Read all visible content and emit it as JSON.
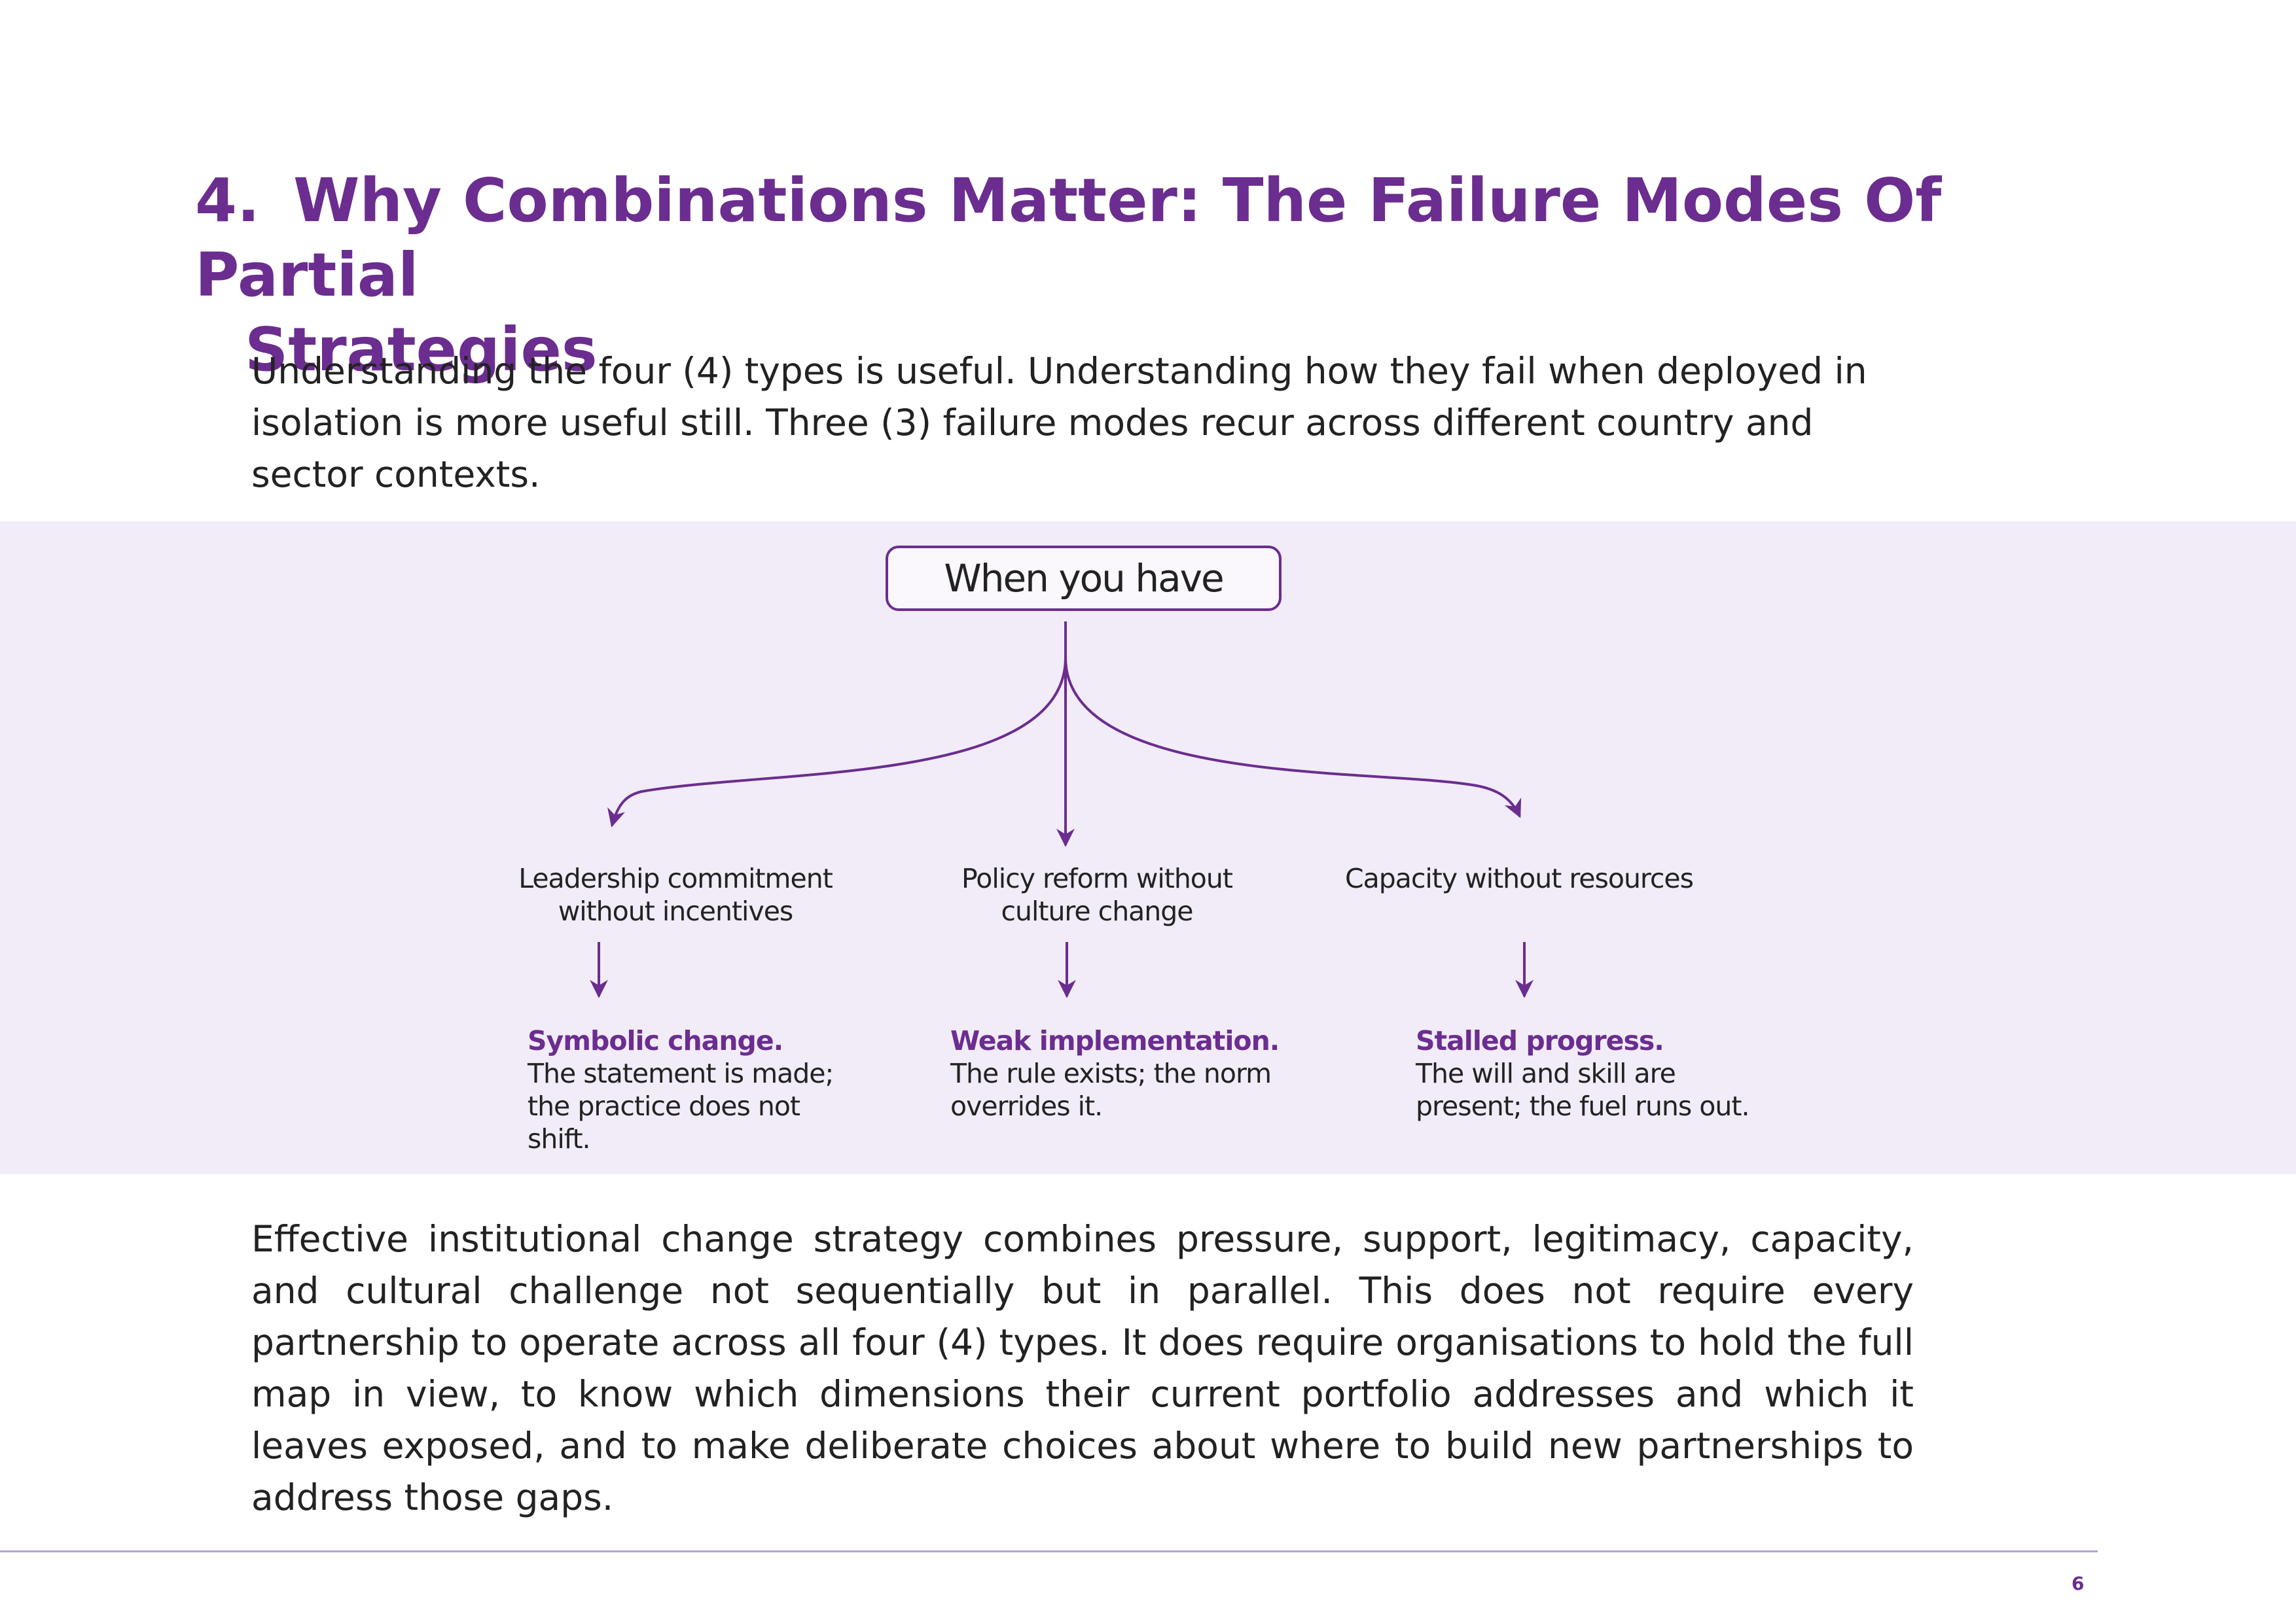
{
  "section": {
    "number": "4.",
    "title_line1": "Why Combinations Matter: The Failure Modes Of Partial",
    "title_line2": "Strategies"
  },
  "intro": "Understanding the four (4) types is useful. Understanding how they fail when deployed in isolation is more useful still. Three (3) failure modes recur across different country and sector contexts.",
  "diagram": {
    "root": "When you have",
    "branches": [
      {
        "condition": "Leadership commitment without incentives",
        "result_title": "Symbolic change.",
        "result_text": "The statement is made; the practice does not shift."
      },
      {
        "condition": "Policy reform without culture change",
        "result_title": "Weak implementation.",
        "result_text": "The rule exists; the norm overrides it."
      },
      {
        "condition": "Capacity without resources",
        "result_title": "Stalled progress.",
        "result_text": "The will and skill are present; the fuel runs out."
      }
    ],
    "colors": {
      "accent": "#6b2d8f",
      "band_background": "#f1ecf8",
      "footer_rule": "#b4a3d6"
    }
  },
  "conclusion": "Effective institutional change strategy combines pressure, support, legitimacy, capacity, and cultural challenge not sequentially but in parallel. This does not require every partnership to operate across all four (4) types. It does require organisations to hold the full map in view, to know which dimensions their current portfolio addresses and which it leaves exposed, and to make deliberate choices about where to build new partnerships to address those gaps.",
  "footer": {
    "page_number": "6"
  }
}
